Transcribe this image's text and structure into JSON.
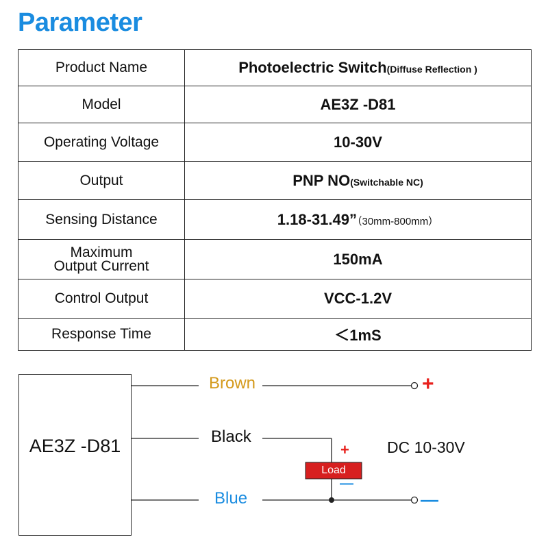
{
  "page": {
    "title": "Parameter"
  },
  "table": {
    "rows": [
      {
        "label": "Product Name",
        "value": "Photoelectric Switch",
        "note": "(Diffuse Reflection )"
      },
      {
        "label": "Model",
        "value": "AE3Z -D81"
      },
      {
        "label": "Operating Voltage",
        "value": "10-30V"
      },
      {
        "label": "Output",
        "value": "PNP NO",
        "note": "(Switchable NC)"
      },
      {
        "label": "Sensing Distance",
        "value": "1.18-31.49”",
        "note": "（30mm-800mm）"
      },
      {
        "label": "Maximum",
        "label2": "Output Current",
        "value": "150mA"
      },
      {
        "label": "Control Output",
        "value": "VCC-1.2V"
      },
      {
        "label": "Response Time",
        "value": "＜1mS"
      }
    ]
  },
  "diagram": {
    "sensor_label": "AE3Z -D81",
    "wires": {
      "brown": "Brown",
      "black": "Black",
      "blue": "Blue"
    },
    "load_label": "Load",
    "supply_label": "DC 10-30V",
    "plus_symbol": "+",
    "minus_symbol": "—",
    "colors": {
      "title": "#1a8ce0",
      "brown": "#d49a1c",
      "blue": "#1a8ce0",
      "red": "#e8201c",
      "load": "#d71f1f"
    }
  }
}
